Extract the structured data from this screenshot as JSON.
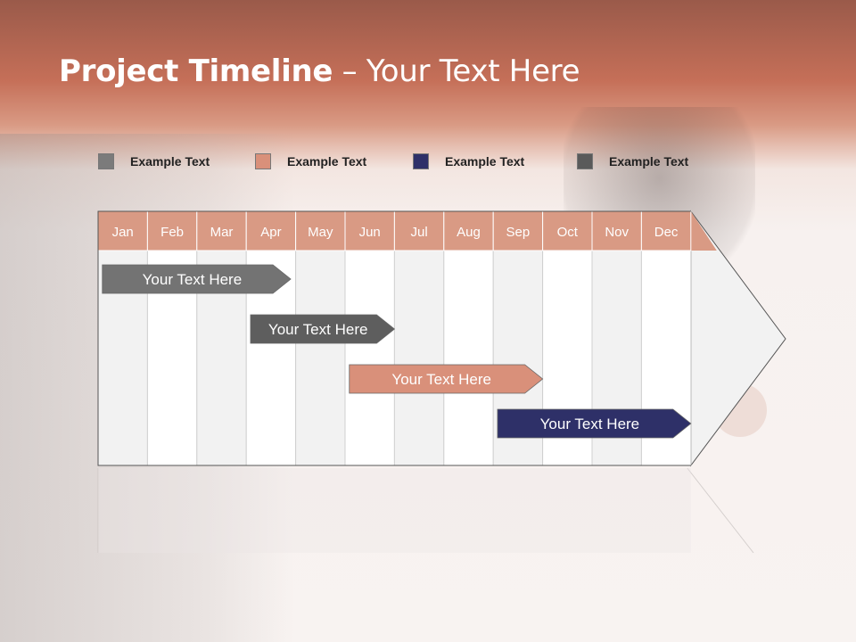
{
  "slide": {
    "title_bold": "Project Timeline",
    "title_rest": " – Your Text Here"
  },
  "legend": [
    {
      "label": "Example Text",
      "color": "#7b7b7b"
    },
    {
      "label": "Example Text",
      "color": "#d9907a"
    },
    {
      "label": "Example Text",
      "color": "#2e3068"
    },
    {
      "label": "Example Text",
      "color": "#5a5a5a"
    }
  ],
  "chart_data": {
    "type": "gantt",
    "months": [
      "Jan",
      "Feb",
      "Mar",
      "Apr",
      "May",
      "Jun",
      "Jul",
      "Aug",
      "Sep",
      "Oct",
      "Nov",
      "Dec"
    ],
    "tasks": [
      {
        "label": "Your  Text Here",
        "start": 0.05,
        "end": 3.9,
        "color": "#737373"
      },
      {
        "label": "Your  Text Here",
        "start": 3.05,
        "end": 6.0,
        "color": "#5e5e5e"
      },
      {
        "label": "Your  Text Here",
        "start": 5.05,
        "end": 9.0,
        "color": "#d9907a"
      },
      {
        "label": "Your  Text Here",
        "start": 8.05,
        "end": 12.0,
        "color": "#2e3068"
      }
    ],
    "colors": {
      "header": "#d99a84",
      "column_light": "#f2f2f2",
      "column_white": "#ffffff"
    }
  }
}
